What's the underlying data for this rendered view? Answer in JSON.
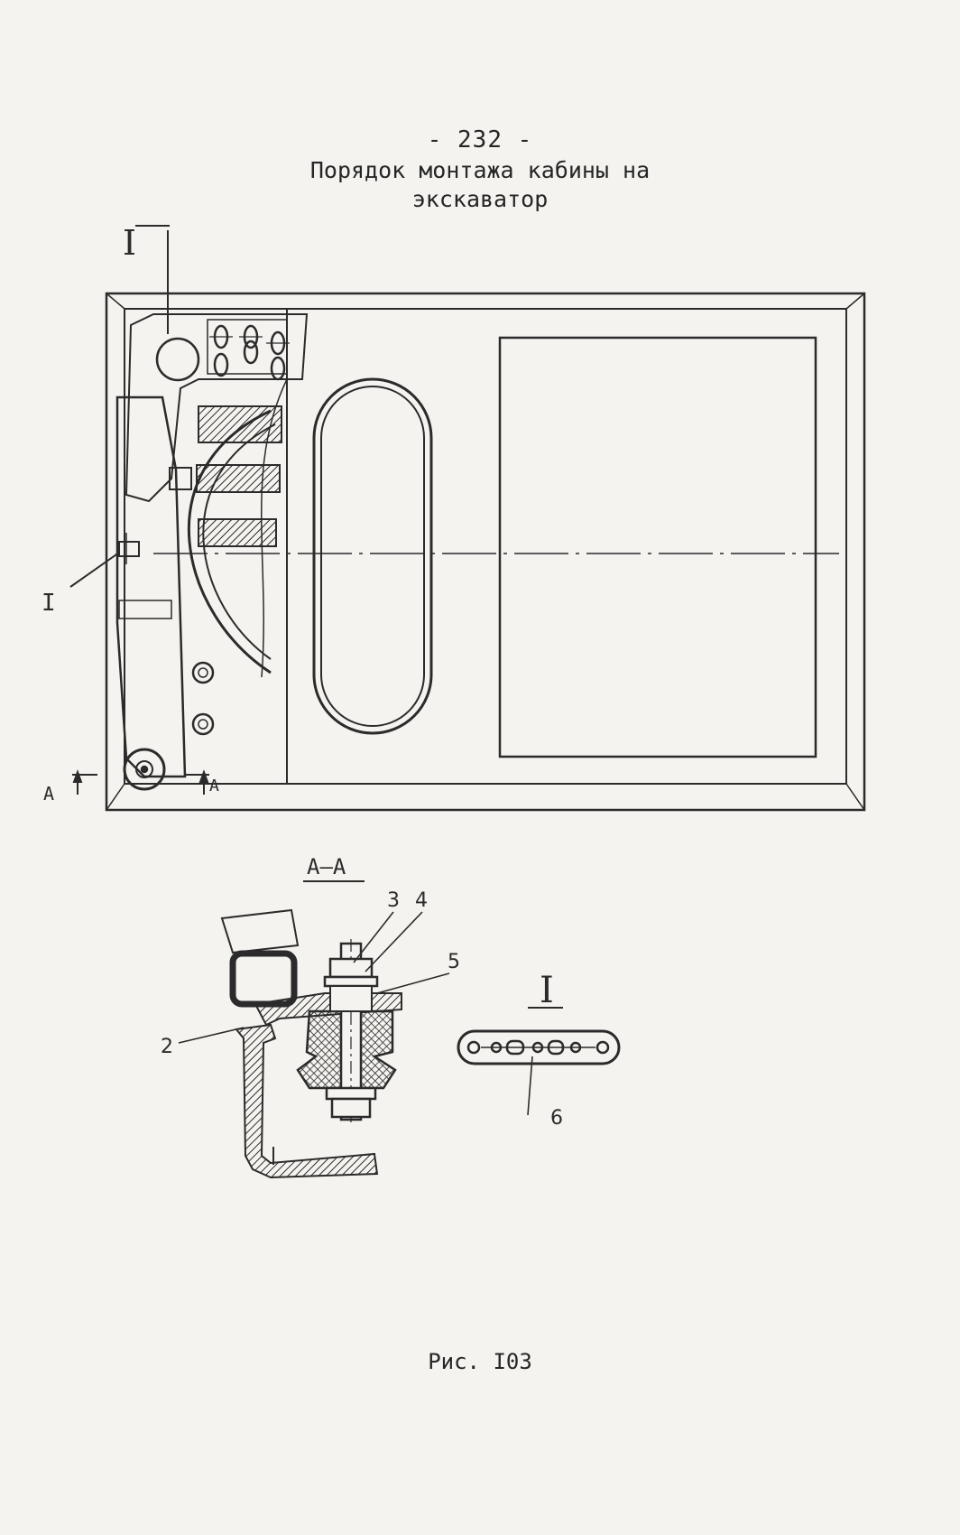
{
  "page": {
    "number": "- 232 -",
    "title_line1": "Порядок монтажа кабины на",
    "title_line2": "экскаватор",
    "caption": "Рис. I03"
  },
  "callouts": {
    "view_I_top": "I",
    "view_I_left": "I",
    "section_left": "A",
    "section_right": "A",
    "section_title": "А–А",
    "detail_title": "I",
    "part_2": "2",
    "part_3": "3",
    "part_4": "4",
    "part_5": "5",
    "part_6": "6"
  },
  "colors": {
    "paper": "#f4f3ef",
    "ink": "#2b2b2b"
  }
}
